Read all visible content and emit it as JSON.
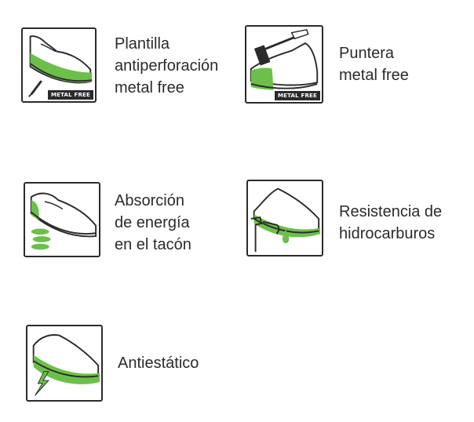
{
  "colors": {
    "green": "#6cc04a",
    "stroke": "#2b2b2b",
    "text": "#2b2b2b"
  },
  "features": [
    {
      "icon": "metal-free-insole-icon",
      "badge": "METAL FREE",
      "lines": [
        "Plantilla",
        "antiperforación",
        "metal free"
      ]
    },
    {
      "icon": "metal-free-toecap-icon",
      "badge": "METAL FREE",
      "lines": [
        "Puntera",
        "metal free"
      ]
    },
    {
      "icon": "heel-energy-absorption-icon",
      "lines": [
        "Absorción",
        "de energía",
        "en el tacón"
      ]
    },
    {
      "icon": "hydrocarbon-resistance-icon",
      "lines": [
        "Resistencia de",
        "hidrocarburos"
      ]
    },
    {
      "icon": "antistatic-icon",
      "lines": [
        "Antiestático"
      ]
    }
  ]
}
